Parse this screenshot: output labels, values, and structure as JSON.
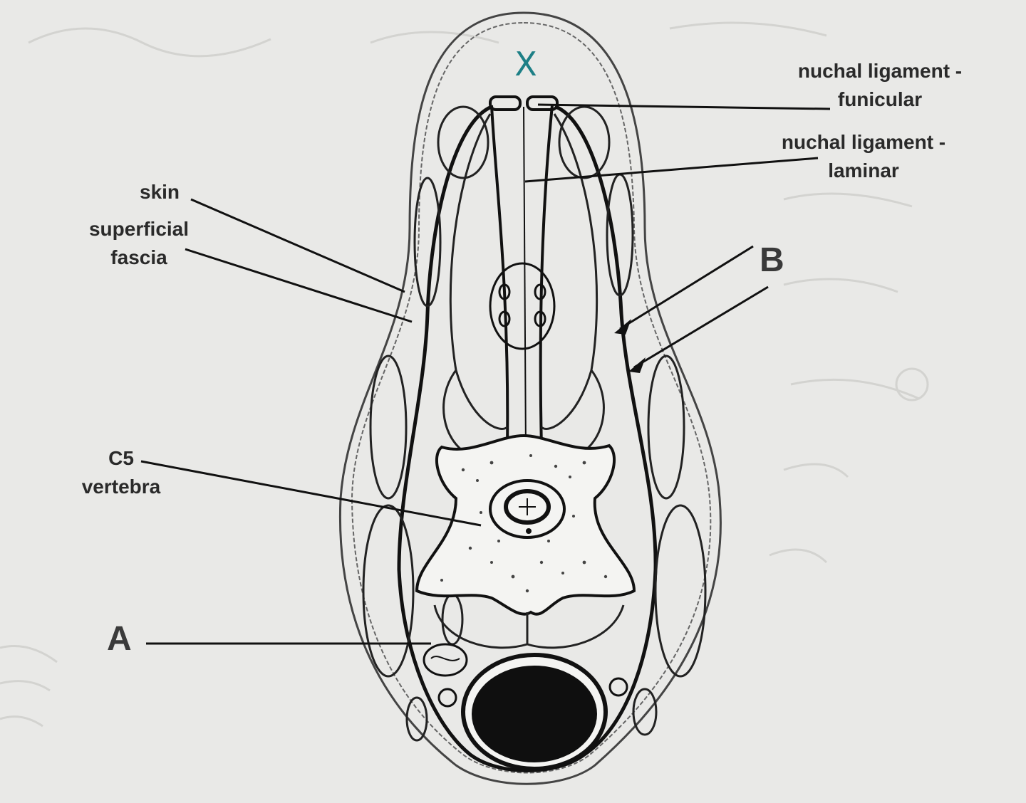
{
  "diagram": {
    "marker": "X",
    "labels": {
      "nuchal_funicular_line1": "nuchal ligament -",
      "nuchal_funicular_line2": "funicular",
      "nuchal_laminar_line1": "nuchal ligament -",
      "nuchal_laminar_line2": "laminar",
      "skin": "skin",
      "superficial_fascia_line1": "superficial",
      "superficial_fascia_line2": "fascia",
      "b": "B",
      "c5_line1": "C5",
      "c5_line2": "vertebra",
      "a": "A"
    }
  },
  "colors": {
    "paper": "#e9e9e7",
    "ink": "#1a1a1a",
    "marker": "#1d7f86"
  }
}
